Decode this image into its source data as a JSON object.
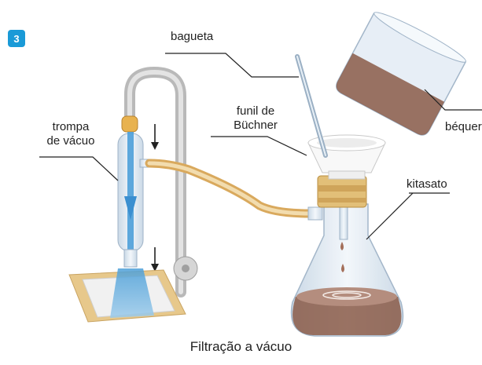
{
  "figure_number": "3",
  "labels": {
    "bagueta": "bagueta",
    "funil_line1": "funil de",
    "funil_line2": "Büchner",
    "trompa_line1": "trompa",
    "trompa_line2": "de vácuo",
    "bequer": "béquer",
    "kitasato": "kitasato"
  },
  "caption": "Filtração a vácuo",
  "colors": {
    "badge": "#1a9ad7",
    "water": "#3b8fd0",
    "liquid": "#8a5a48",
    "hose": "#e8c48a",
    "glass": "#dfe9f3"
  }
}
